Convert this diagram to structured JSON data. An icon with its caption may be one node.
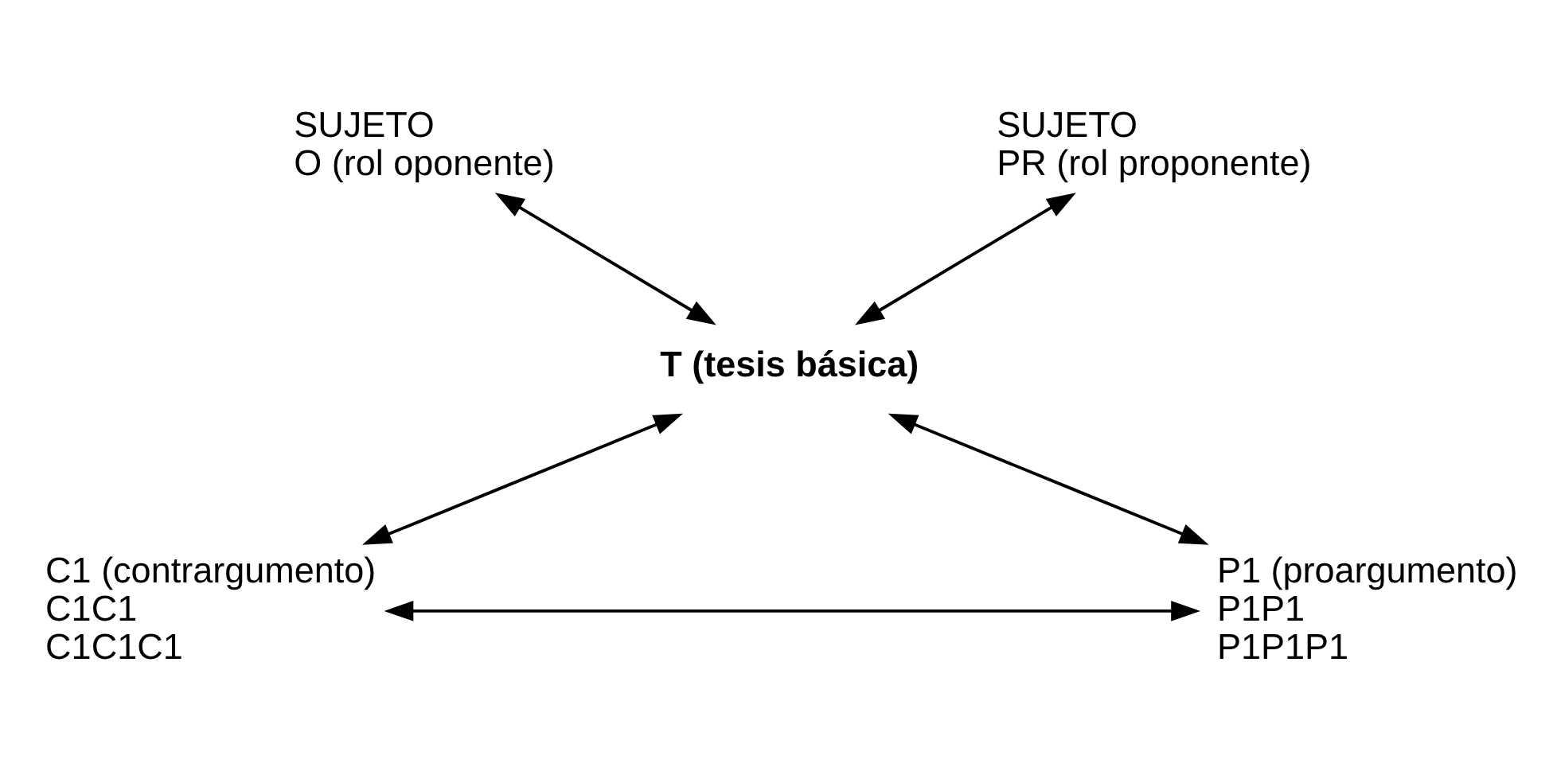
{
  "diagram": {
    "nodes": [
      {
        "text": [
          "SUJETO",
          "O (rol oponente)"
        ]
      },
      {
        "text": [
          "SUJETO",
          "PR (rol proponente)"
        ]
      },
      {
        "text": [
          "T (tesis básica)"
        ]
      },
      {
        "text": [
          "C1 (contrargumento)",
          "C1C1",
          "C1C1C1"
        ]
      },
      {
        "text": [
          "P1 (proargumento)",
          "P1P1",
          "P1P1P1"
        ]
      }
    ],
    "edges": [
      {
        "from": 0,
        "to": 2,
        "arrow": "both"
      },
      {
        "from": 1,
        "to": 2,
        "arrow": "both"
      },
      {
        "from": 2,
        "to": 3,
        "arrow": "both"
      },
      {
        "from": 2,
        "to": 4,
        "arrow": "both"
      },
      {
        "from": 3,
        "to": 4,
        "arrow": "both"
      }
    ]
  }
}
